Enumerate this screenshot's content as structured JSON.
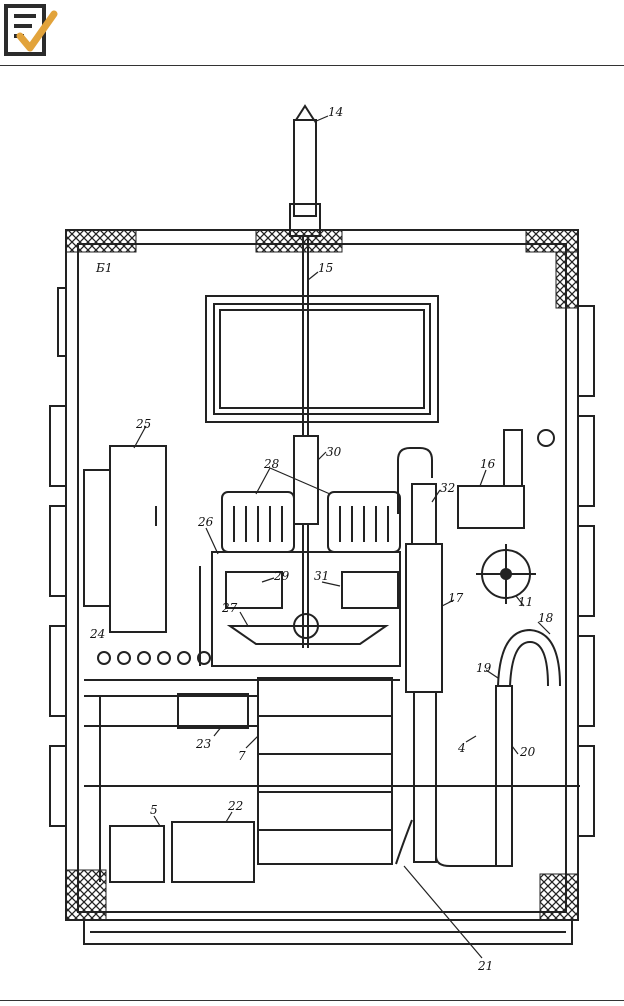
{
  "header": {
    "logo_icon": "document-checkmark-icon",
    "accent_color": "#E2A33B"
  },
  "diagram": {
    "markings": {
      "panel_letter": "Б1"
    },
    "callouts": [
      "14",
      "15",
      "25",
      "30",
      "28",
      "16",
      "32",
      "26",
      "29",
      "31",
      "11",
      "27",
      "17",
      "24",
      "18",
      "19",
      "23",
      "7",
      "4",
      "20",
      "5",
      "22",
      "21"
    ]
  }
}
